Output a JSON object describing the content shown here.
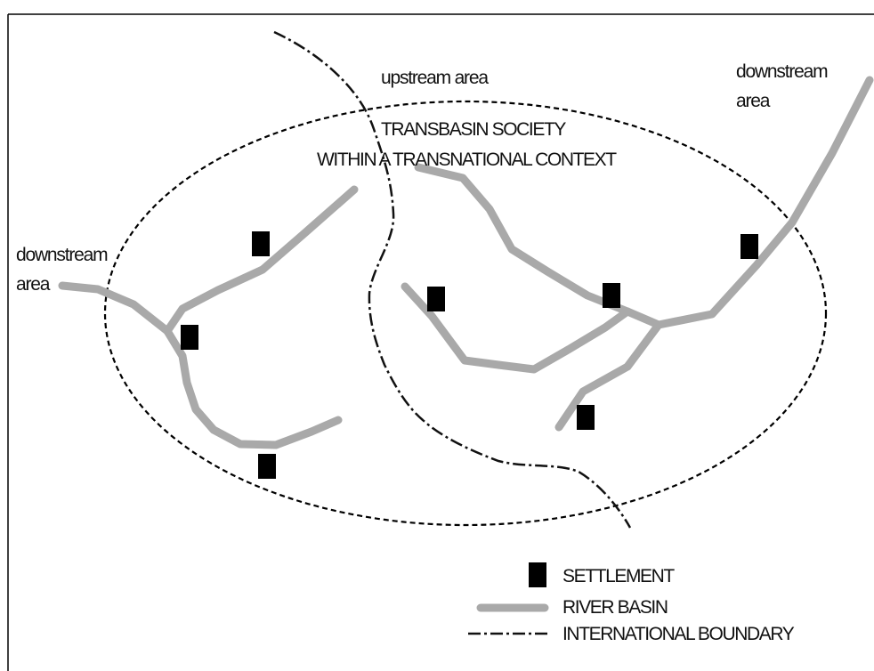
{
  "labels": {
    "upstream": "upstream area",
    "downstream_right_line1": "downstream",
    "downstream_right_line2": "area",
    "downstream_left_line1": "downstream",
    "downstream_left_line2": "area",
    "title_line1": "TRANSBASIN SOCIETY",
    "title_line2": "WITHIN A TRANSNATIONAL CONTEXT"
  },
  "legend": {
    "settlement": "SETTLEMENT",
    "river_basin": "RIVER BASIN",
    "international_boundary": "INTERNATIONAL BOUNDARY"
  },
  "colors": {
    "river": "#a9a9a9",
    "boundary": "#111111",
    "settlement": "#000000",
    "border": "#000000"
  }
}
